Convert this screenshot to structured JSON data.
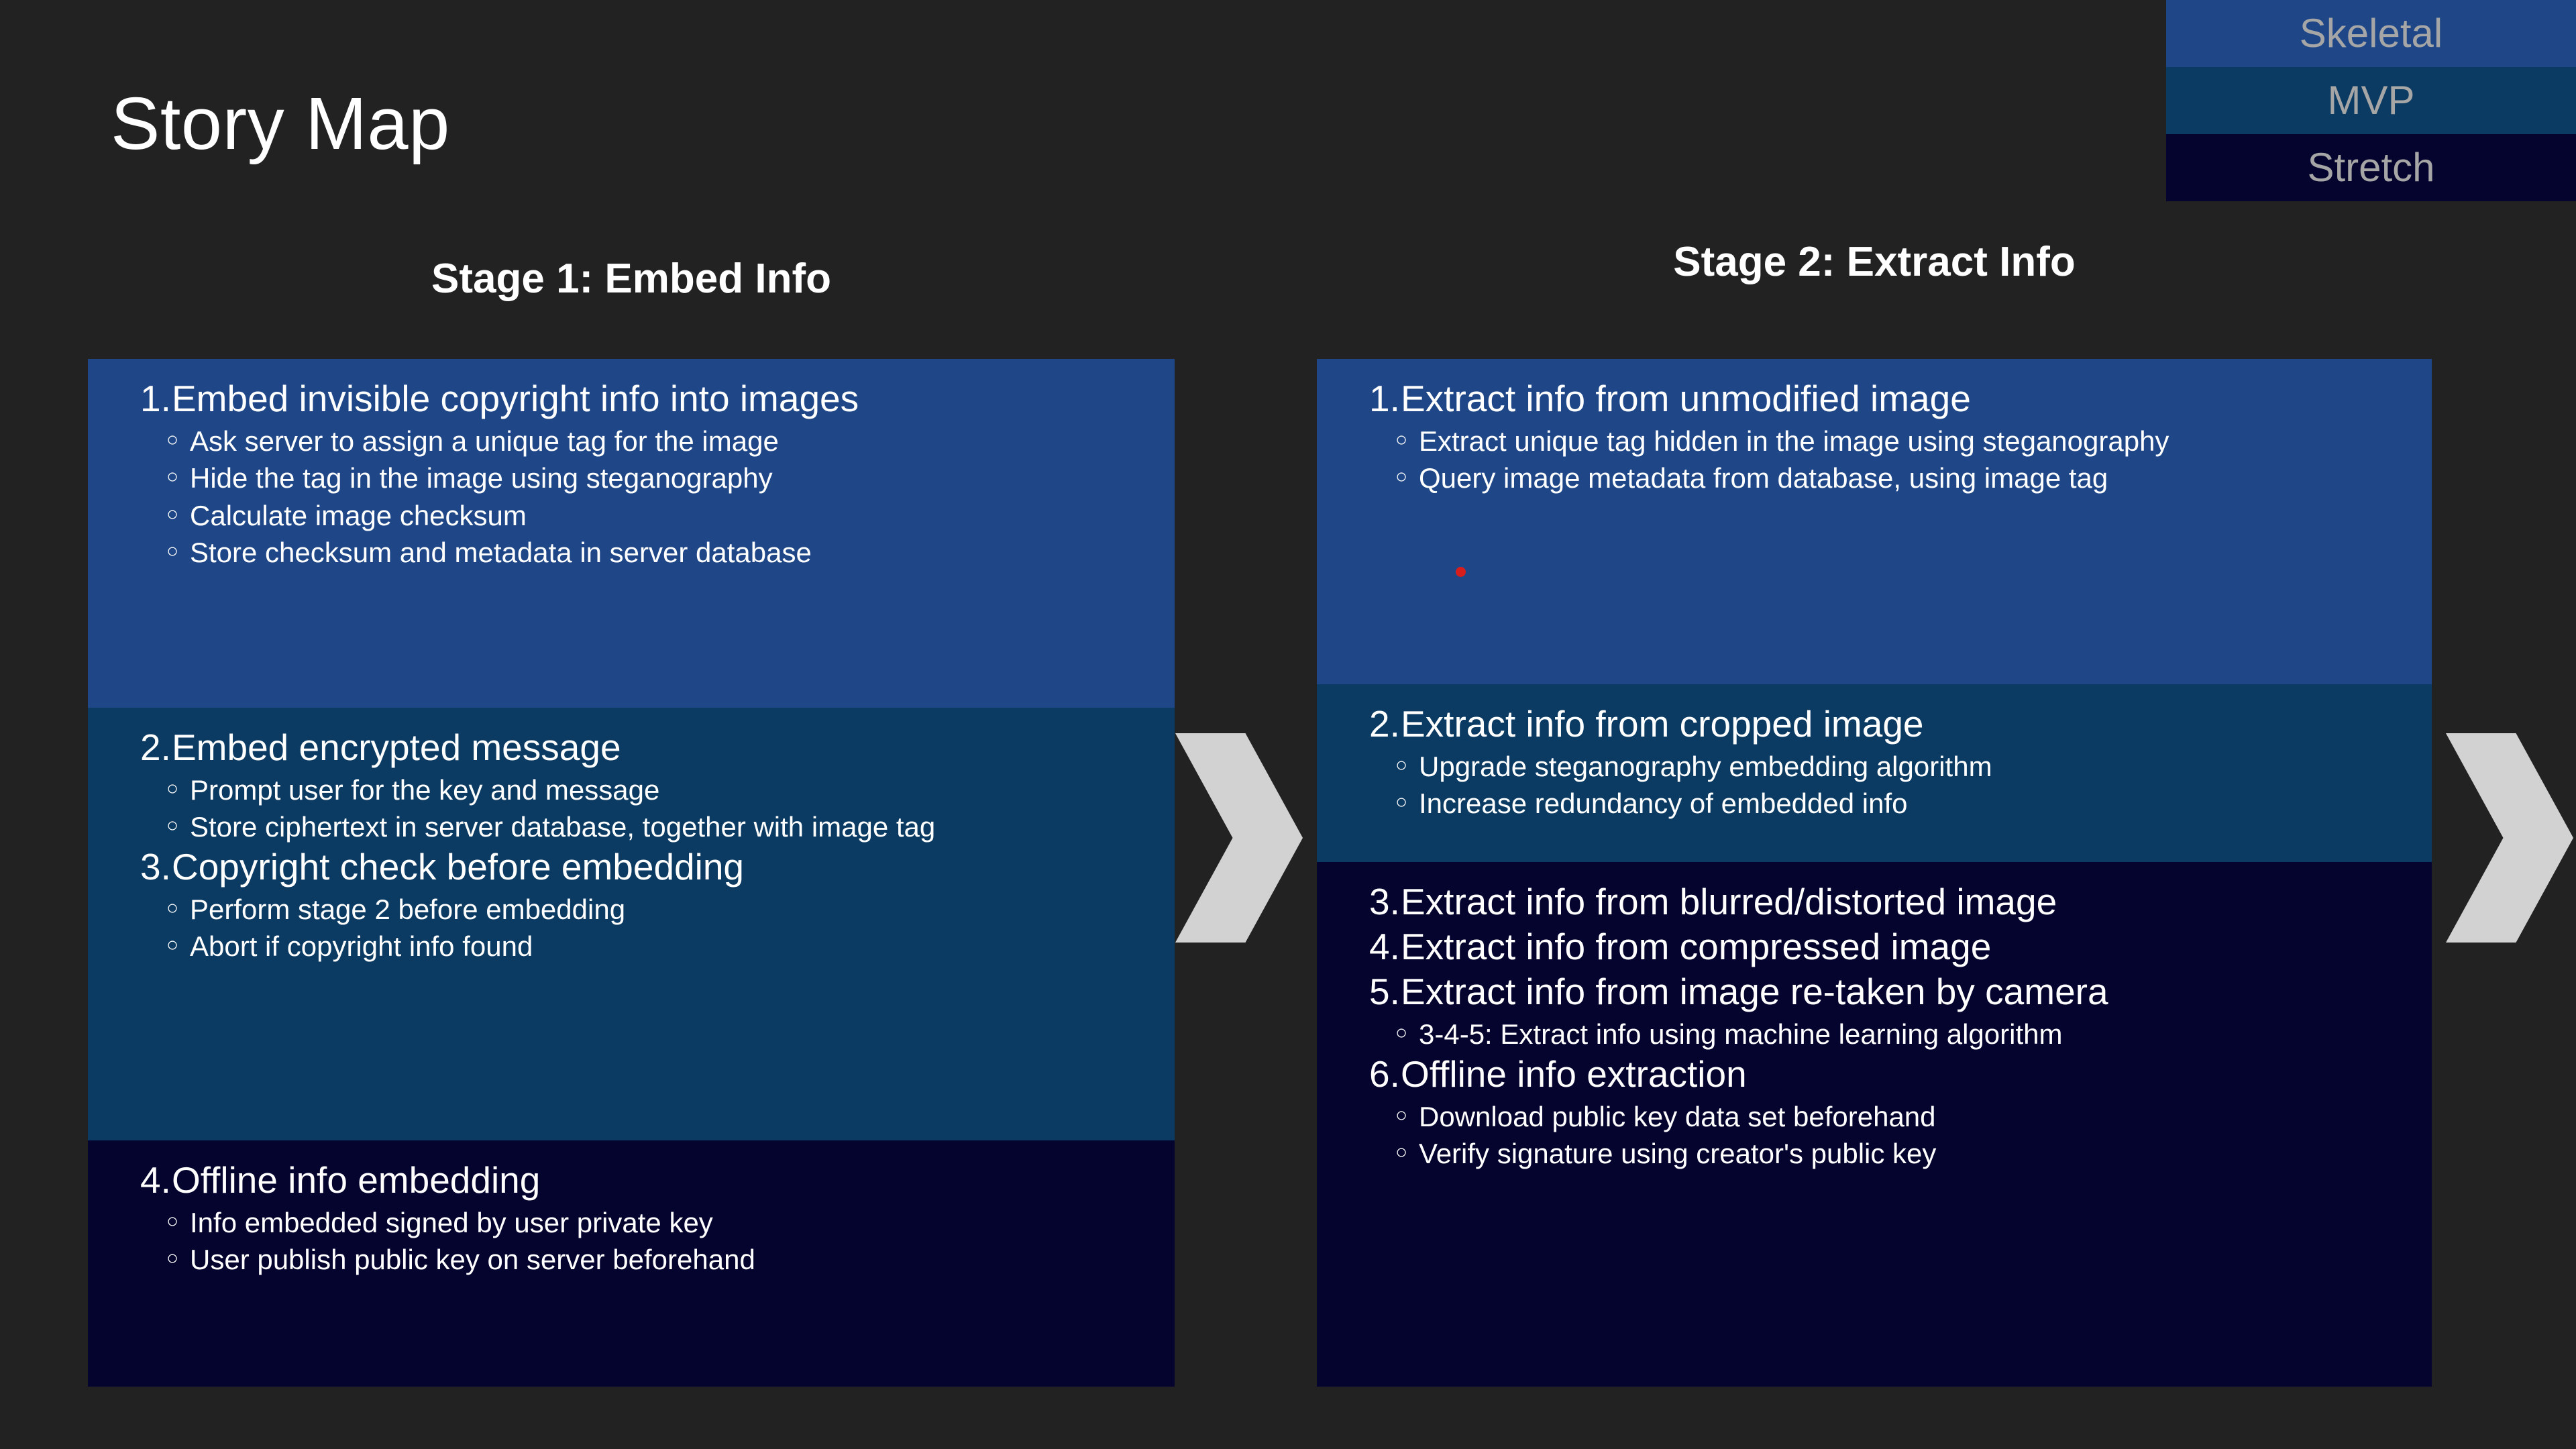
{
  "page_title": "Story Map",
  "legend": {
    "bands": [
      {
        "label": "Skeletal",
        "color": "#1f4788"
      },
      {
        "label": "MVP",
        "color": "#0b3a62"
      },
      {
        "label": "Stretch",
        "color": "#05042e"
      }
    ]
  },
  "stages": [
    {
      "heading": "Stage 1: Embed Info",
      "bands": [
        {
          "tier": "Skeletal",
          "color": "#1f4788",
          "stories": [
            {
              "number": "1.",
              "title": "Embed invisible copyright info into images",
              "subs": [
                "Ask server to assign a unique tag for the image",
                "Hide the tag in the image using steganography",
                "Calculate image checksum",
                "Store checksum and metadata in server database"
              ]
            }
          ]
        },
        {
          "tier": "MVP",
          "color": "#0b3a62",
          "stories": [
            {
              "number": "2.",
              "title": "Embed encrypted message",
              "subs": [
                "Prompt user for the key and message",
                "Store ciphertext in server database, together with image tag"
              ]
            },
            {
              "number": "3.",
              "title": "Copyright check before embedding",
              "subs": [
                "Perform stage 2 before embedding",
                "Abort if copyright info found"
              ]
            }
          ]
        },
        {
          "tier": "Stretch",
          "color": "#05042e",
          "stories": [
            {
              "number": "4.",
              "title": "Offline info embedding",
              "subs": [
                "Info embedded signed by user private key",
                "User publish public key on server beforehand"
              ]
            }
          ]
        }
      ]
    },
    {
      "heading": "Stage 2: Extract Info",
      "bands": [
        {
          "tier": "Skeletal",
          "color": "#1f4788",
          "stories": [
            {
              "number": "1.",
              "title": "Extract info from unmodified image",
              "subs": [
                "Extract unique tag hidden in the image using steganography",
                "Query image metadata from database, using image tag"
              ]
            }
          ]
        },
        {
          "tier": "MVP",
          "color": "#0b3a62",
          "stories": [
            {
              "number": "2.",
              "title": "Extract info from cropped image",
              "subs": [
                "Upgrade steganography embedding algorithm",
                "Increase redundancy of embedded info"
              ]
            }
          ]
        },
        {
          "tier": "Stretch",
          "color": "#05042e",
          "stories": [
            {
              "number": "3.",
              "title": "Extract info from blurred/distorted image",
              "subs": []
            },
            {
              "number": "4.",
              "title": "Extract info from compressed image",
              "subs": []
            },
            {
              "number": "5.",
              "title": "Extract info from image re-taken by camera",
              "subs": [
                "3-4-5: Extract info using machine learning algorithm"
              ]
            },
            {
              "number": "6.",
              "title": "Offline info extraction",
              "subs": [
                "Download public key data set beforehand",
                "Verify signature using creator's public key"
              ]
            }
          ]
        }
      ]
    }
  ],
  "bullet_glyph": "○",
  "flow_arrows": [
    {
      "name": "stage-1-to-2-arrow"
    },
    {
      "name": "stage-2-next-arrow"
    }
  ],
  "marker": {
    "name": "red-dot-marker",
    "color": "#d81d1d"
  },
  "colors": {
    "background": "#222222",
    "title_text": "#ffffff",
    "legend_text": "#a6a6a6",
    "arrow": "#d2d2d2"
  }
}
